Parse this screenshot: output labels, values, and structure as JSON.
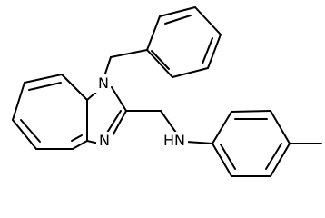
{
  "molecule": {
    "atom_labels": {
      "n1": "N",
      "n3": "N",
      "nh": "HN"
    },
    "colors": {
      "bond": "#000000",
      "background": "#ffffff"
    }
  }
}
